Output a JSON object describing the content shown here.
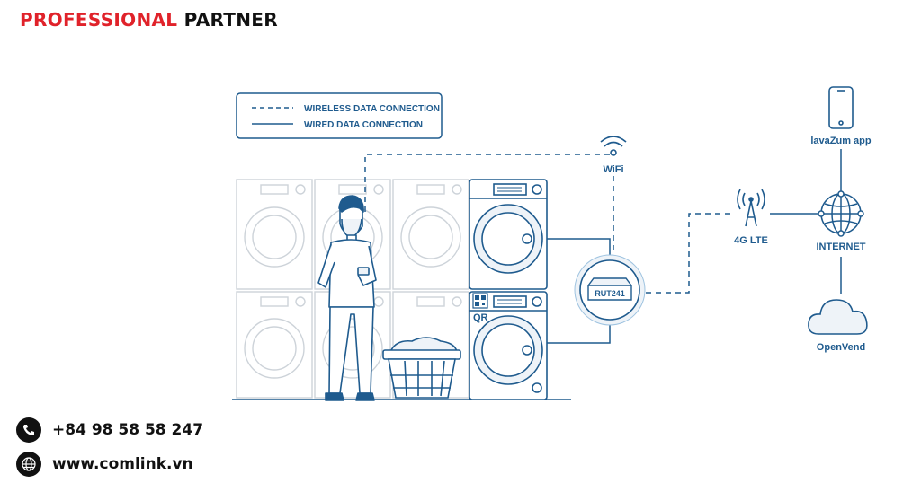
{
  "brand": {
    "part1": "PROFESSIONAL",
    "part2": "PARTNER"
  },
  "legend": {
    "wireless": "WIRELESS DATA CONNECTION",
    "wired": "WIRED DATA CONNECTION"
  },
  "nodes": {
    "wifi": "WiFi",
    "router": "RUT241",
    "qr": "QR",
    "lte": "4G LTE",
    "app": "lavaZum app",
    "internet": "INTERNET",
    "cloud": "OpenVend"
  },
  "contact": {
    "phone": "+84 98 58 58 247",
    "website": "www.comlink.vn"
  },
  "icons": {
    "phone": "phone-icon",
    "globe": "globe-icon"
  },
  "colors": {
    "brand_red": "#e0222a",
    "line_blue": "#1f5b8e",
    "faded": "#cdd3d9"
  }
}
